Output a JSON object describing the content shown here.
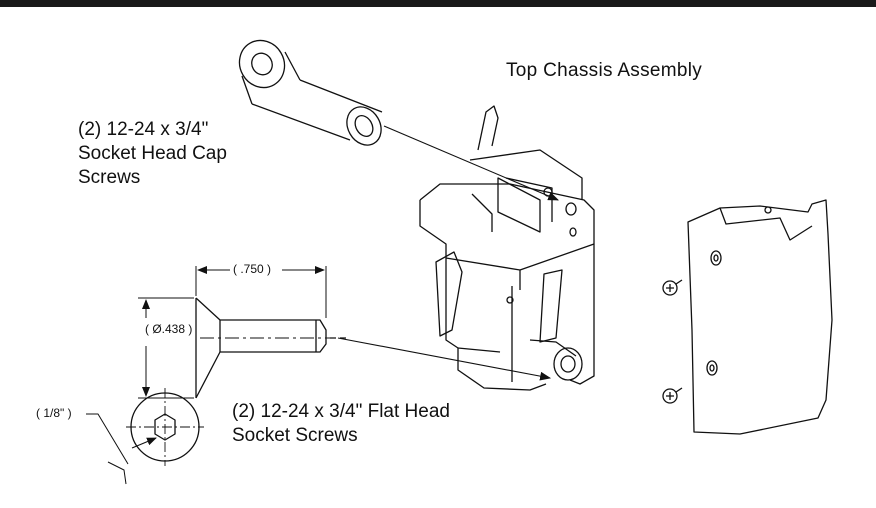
{
  "title": "Top Chassis Assembly",
  "callouts": {
    "cap_screw": {
      "line1": "(2) 12-24 x 3/4\"",
      "line2": "Socket Head Cap",
      "line3": "Screws"
    },
    "flat_screw": {
      "line1": "(2) 12-24 x 3/4\" Flat Head",
      "line2": "Socket Screws"
    }
  },
  "dimensions": {
    "length": "( .750 )",
    "diameter": "( Ø.438 )",
    "hex": "( 1/8\" )"
  },
  "colors": {
    "line": "#111111",
    "bar": "#1a1a1a",
    "background": "#ffffff"
  }
}
